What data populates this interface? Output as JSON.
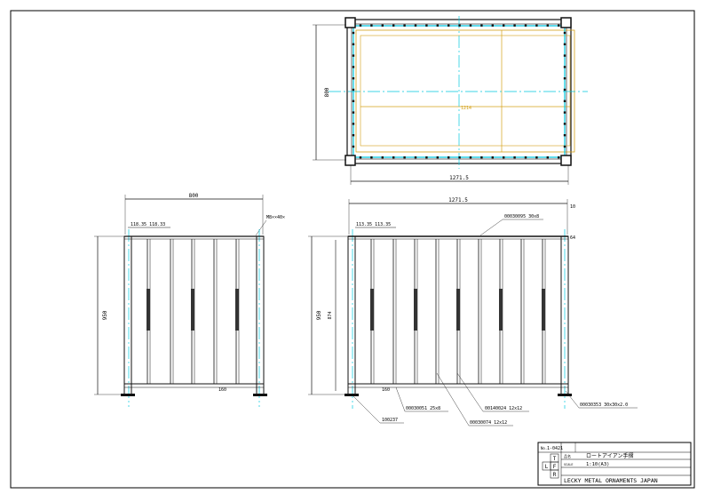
{
  "drawing": {
    "top_view": {
      "dim_length": "1271.5",
      "dim_inner": "1214",
      "dim_depth": "800"
    },
    "side_view": {
      "dim_width": "800",
      "dim_spacing": "118.35 118.33",
      "dim_height": "950",
      "dim_base": "160",
      "label_bolt": "M8××40×"
    },
    "front_view": {
      "dim_total": "1271.5",
      "dim_spacing": "113.35 113.35",
      "dim_height": "950",
      "dim_inner_height": "874",
      "dim_base": "160",
      "dim_top": "10",
      "dim_side": "64",
      "part_top_rail": "00030095 30x8",
      "part_post": "00030353 30x30x2.0",
      "part_flat_bar": "00030051 25x8",
      "part_bar_a": "00030074 12x12",
      "part_bar_b": "00140024 12x12",
      "part_foot": "100237"
    }
  },
  "title_block": {
    "drawing_no_label": "No.",
    "drawing_no": "1-0421",
    "name_label": "品名",
    "name": "ロートアイアン手摺",
    "scale_label": "SCALE",
    "scale": "1:10(A3)",
    "company": "LECKY METAL ORNAMENTS JAPAN",
    "view_letters": [
      "T",
      "L",
      "F",
      "R"
    ]
  },
  "colors": {
    "line": "#111111",
    "centerline": "#00c8e0",
    "hidden": "#d4a017",
    "frame": "#000000"
  }
}
